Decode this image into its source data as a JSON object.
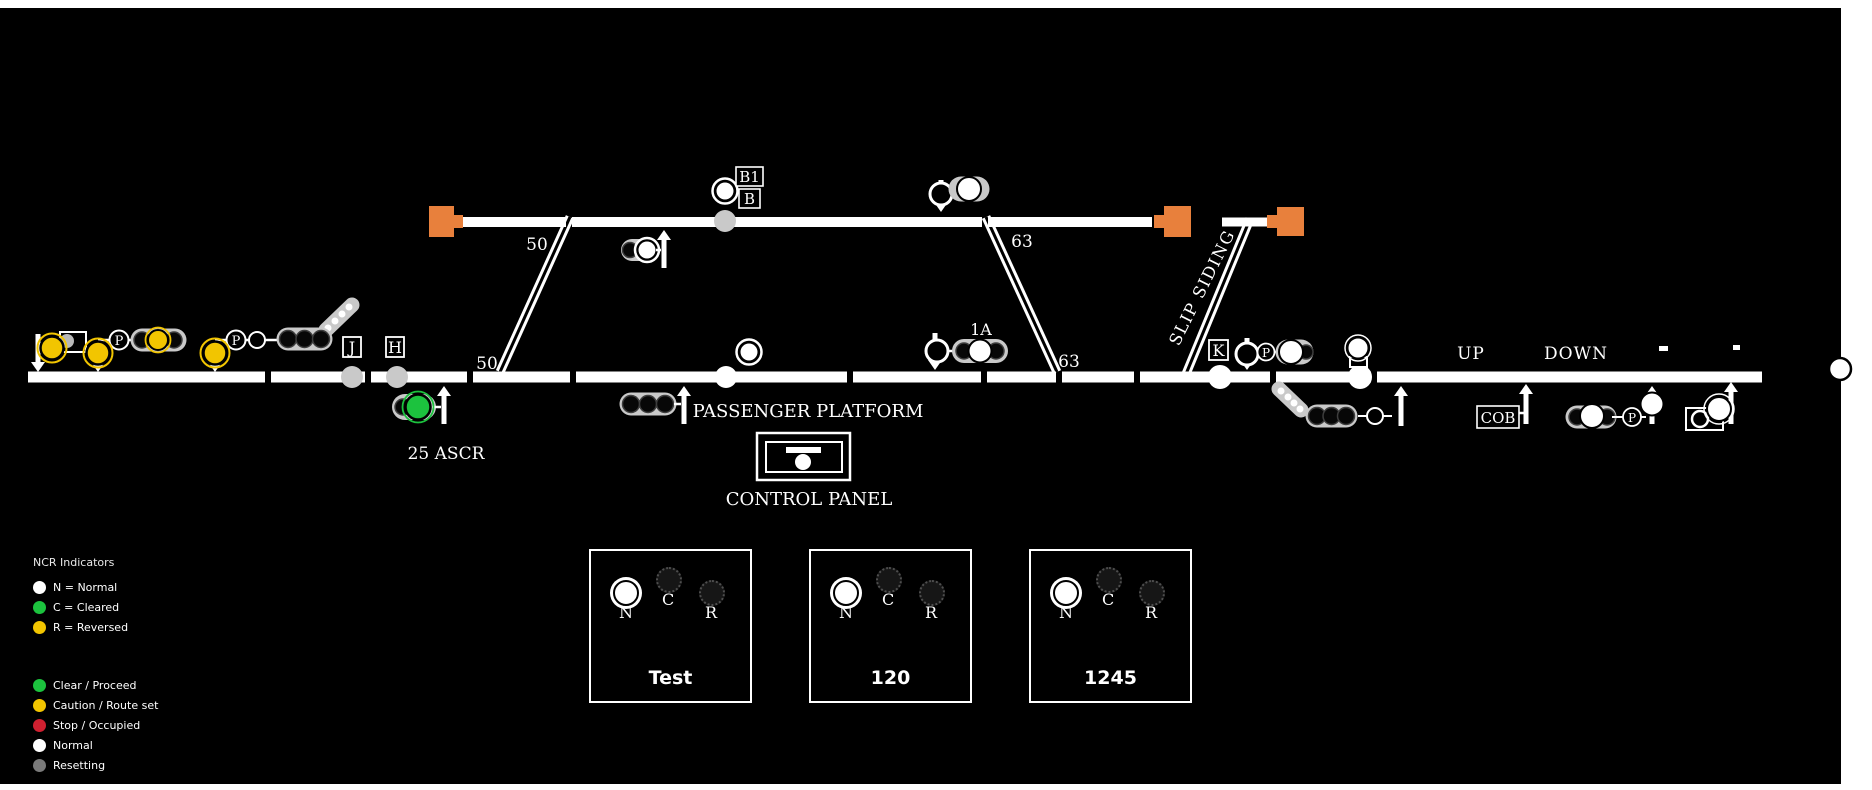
{
  "colors": {
    "yellow": "#f2c500",
    "green": "#1cc23e",
    "red": "#cf2030",
    "orange": "#e8803c",
    "track": "#ffffff",
    "gray_lamp": "#c9c9c9",
    "resetting_gray": "#7a7a7a",
    "board_bg": "#000000",
    "page_bg": "#ffffff"
  },
  "schematic": {
    "points": {
      "p50": "50",
      "p63": "63"
    },
    "boxes": {
      "b1": "B1",
      "b": "B",
      "j": "J",
      "h": "H",
      "k": "K",
      "cob": "COB"
    },
    "labels": {
      "one_a": "1A",
      "p": "P",
      "slip_siding": "SLIP SIDING",
      "passenger_platform": "PASSENGER PLATFORM",
      "control_panel": "CONTROL PANEL",
      "ascr": "25 ASCR",
      "up": "UP",
      "down": "DOWN"
    }
  },
  "legend": {
    "title": "NCR Indicators",
    "ncr": [
      {
        "color": "#ffffff",
        "label": "N = Normal"
      },
      {
        "color": "#1cc23e",
        "label": "C = Cleared"
      },
      {
        "color": "#f2c500",
        "label": "R = Reversed"
      }
    ],
    "states": [
      {
        "color": "#1cc23e",
        "label": "Clear / Proceed"
      },
      {
        "color": "#f2c500",
        "label": "Caution / Route set"
      },
      {
        "color": "#cf2030",
        "label": "Stop / Occupied"
      },
      {
        "color": "#ffffff",
        "label": "Normal"
      },
      {
        "color": "#7a7a7a",
        "label": "Resetting"
      }
    ]
  },
  "ncr_panels": [
    {
      "name": "Test",
      "lamps": [
        {
          "label": "N",
          "state": "on"
        },
        {
          "label": "C",
          "state": "off"
        },
        {
          "label": "R",
          "state": "off"
        }
      ]
    },
    {
      "name": "120",
      "lamps": [
        {
          "label": "N",
          "state": "on"
        },
        {
          "label": "C",
          "state": "off"
        },
        {
          "label": "R",
          "state": "off"
        }
      ]
    },
    {
      "name": "1245",
      "lamps": [
        {
          "label": "N",
          "state": "on"
        },
        {
          "label": "C",
          "state": "off"
        },
        {
          "label": "R",
          "state": "off"
        }
      ]
    }
  ]
}
